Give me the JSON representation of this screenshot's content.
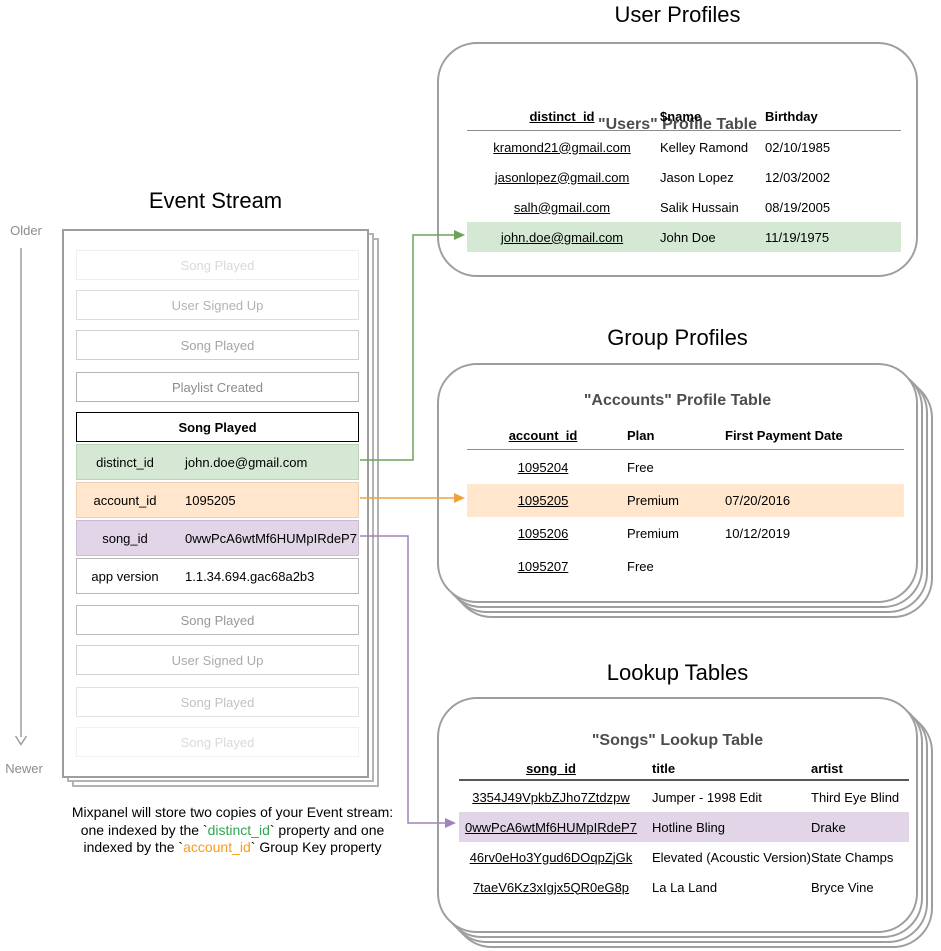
{
  "titles": {
    "event_stream": "Event Stream",
    "user_profiles": "User Profiles",
    "group_profiles": "Group Profiles",
    "lookup_tables": "Lookup Tables"
  },
  "timeline": {
    "older": "Older",
    "newer": "Newer"
  },
  "event_stream": {
    "events_before": [
      "Song Played",
      "User Signed Up",
      "Song Played",
      "Playlist Created"
    ],
    "expanded_event": {
      "title": "Song Played",
      "properties": [
        {
          "key": "distinct_id",
          "value": "john.doe@gmail.com",
          "highlight": "green"
        },
        {
          "key": "account_id",
          "value": "1095205",
          "highlight": "orange"
        },
        {
          "key": "song_id",
          "value": "0wwPcA6wtMf6HUMpIRdeP7",
          "highlight": "purple"
        },
        {
          "key": "app version",
          "value": "1.1.34.694.gac68a2b3",
          "highlight": "none"
        }
      ]
    },
    "events_after": [
      "Song Played",
      "User Signed Up",
      "Song Played",
      "Song Played"
    ]
  },
  "user_profiles_card": {
    "subtitle": "\"Users\" Profile Table",
    "headers": {
      "id": "distinct_id",
      "name": "$name",
      "birthday": "Birthday"
    },
    "rows": [
      {
        "id": "kramond21@gmail.com",
        "name": "Kelley Ramond",
        "birthday": "02/10/1985"
      },
      {
        "id": "jasonlopez@gmail.com",
        "name": "Jason Lopez",
        "birthday": "12/03/2002"
      },
      {
        "id": "salh@gmail.com",
        "name": "Salik Hussain",
        "birthday": "08/19/2005"
      },
      {
        "id": "john.doe@gmail.com",
        "name": "John Doe",
        "birthday": "11/19/1975"
      }
    ]
  },
  "group_profiles_card": {
    "subtitle": "\"Accounts\" Profile Table",
    "headers": {
      "id": "account_id",
      "plan": "Plan",
      "date": "First Payment Date"
    },
    "rows": [
      {
        "id": "1095204",
        "plan": "Free",
        "date": ""
      },
      {
        "id": "1095205",
        "plan": "Premium",
        "date": "07/20/2016"
      },
      {
        "id": "1095206",
        "plan": "Premium",
        "date": "10/12/2019"
      },
      {
        "id": "1095207",
        "plan": "Free",
        "date": ""
      }
    ]
  },
  "lookup_tables_card": {
    "subtitle": "\"Songs\" Lookup Table",
    "headers": {
      "id": "song_id",
      "title": "title",
      "artist": "artist"
    },
    "rows": [
      {
        "id": "3354J49VpkbZJho7Ztdzpw",
        "title": "Jumper - 1998 Edit",
        "artist": "Third Eye Blind"
      },
      {
        "id": "0wwPcA6wtMf6HUMpIRdeP7",
        "title": "Hotline Bling",
        "artist": "Drake"
      },
      {
        "id": "46rv0eHo3Ygud6DOqpZjGk",
        "title": "Elevated (Acoustic Version)",
        "artist": "State Champs"
      },
      {
        "id": "7taeV6Kz3xIgjx5QR0eG8p",
        "title": "La La Land",
        "artist": "Bryce Vine"
      }
    ]
  },
  "caption": {
    "line1": "Mixpanel will store two copies of your Event stream:",
    "line2_pre": "one indexed by the `",
    "line2_code": "distinct_id",
    "line2_post": "` property and one",
    "line3_pre": "indexed by the `",
    "line3_code": "account_id",
    "line3_post": "` Group Key property"
  },
  "colors": {
    "green_fill": "#d5e8d4",
    "orange_fill": "#ffe6cc",
    "purple_fill": "#e1d5e7",
    "green_arrow": "#6da257",
    "orange_arrow": "#eea33e",
    "purple_arrow": "#a184b7",
    "caption_green": "#2fa84f",
    "caption_orange": "#f89b1d"
  }
}
